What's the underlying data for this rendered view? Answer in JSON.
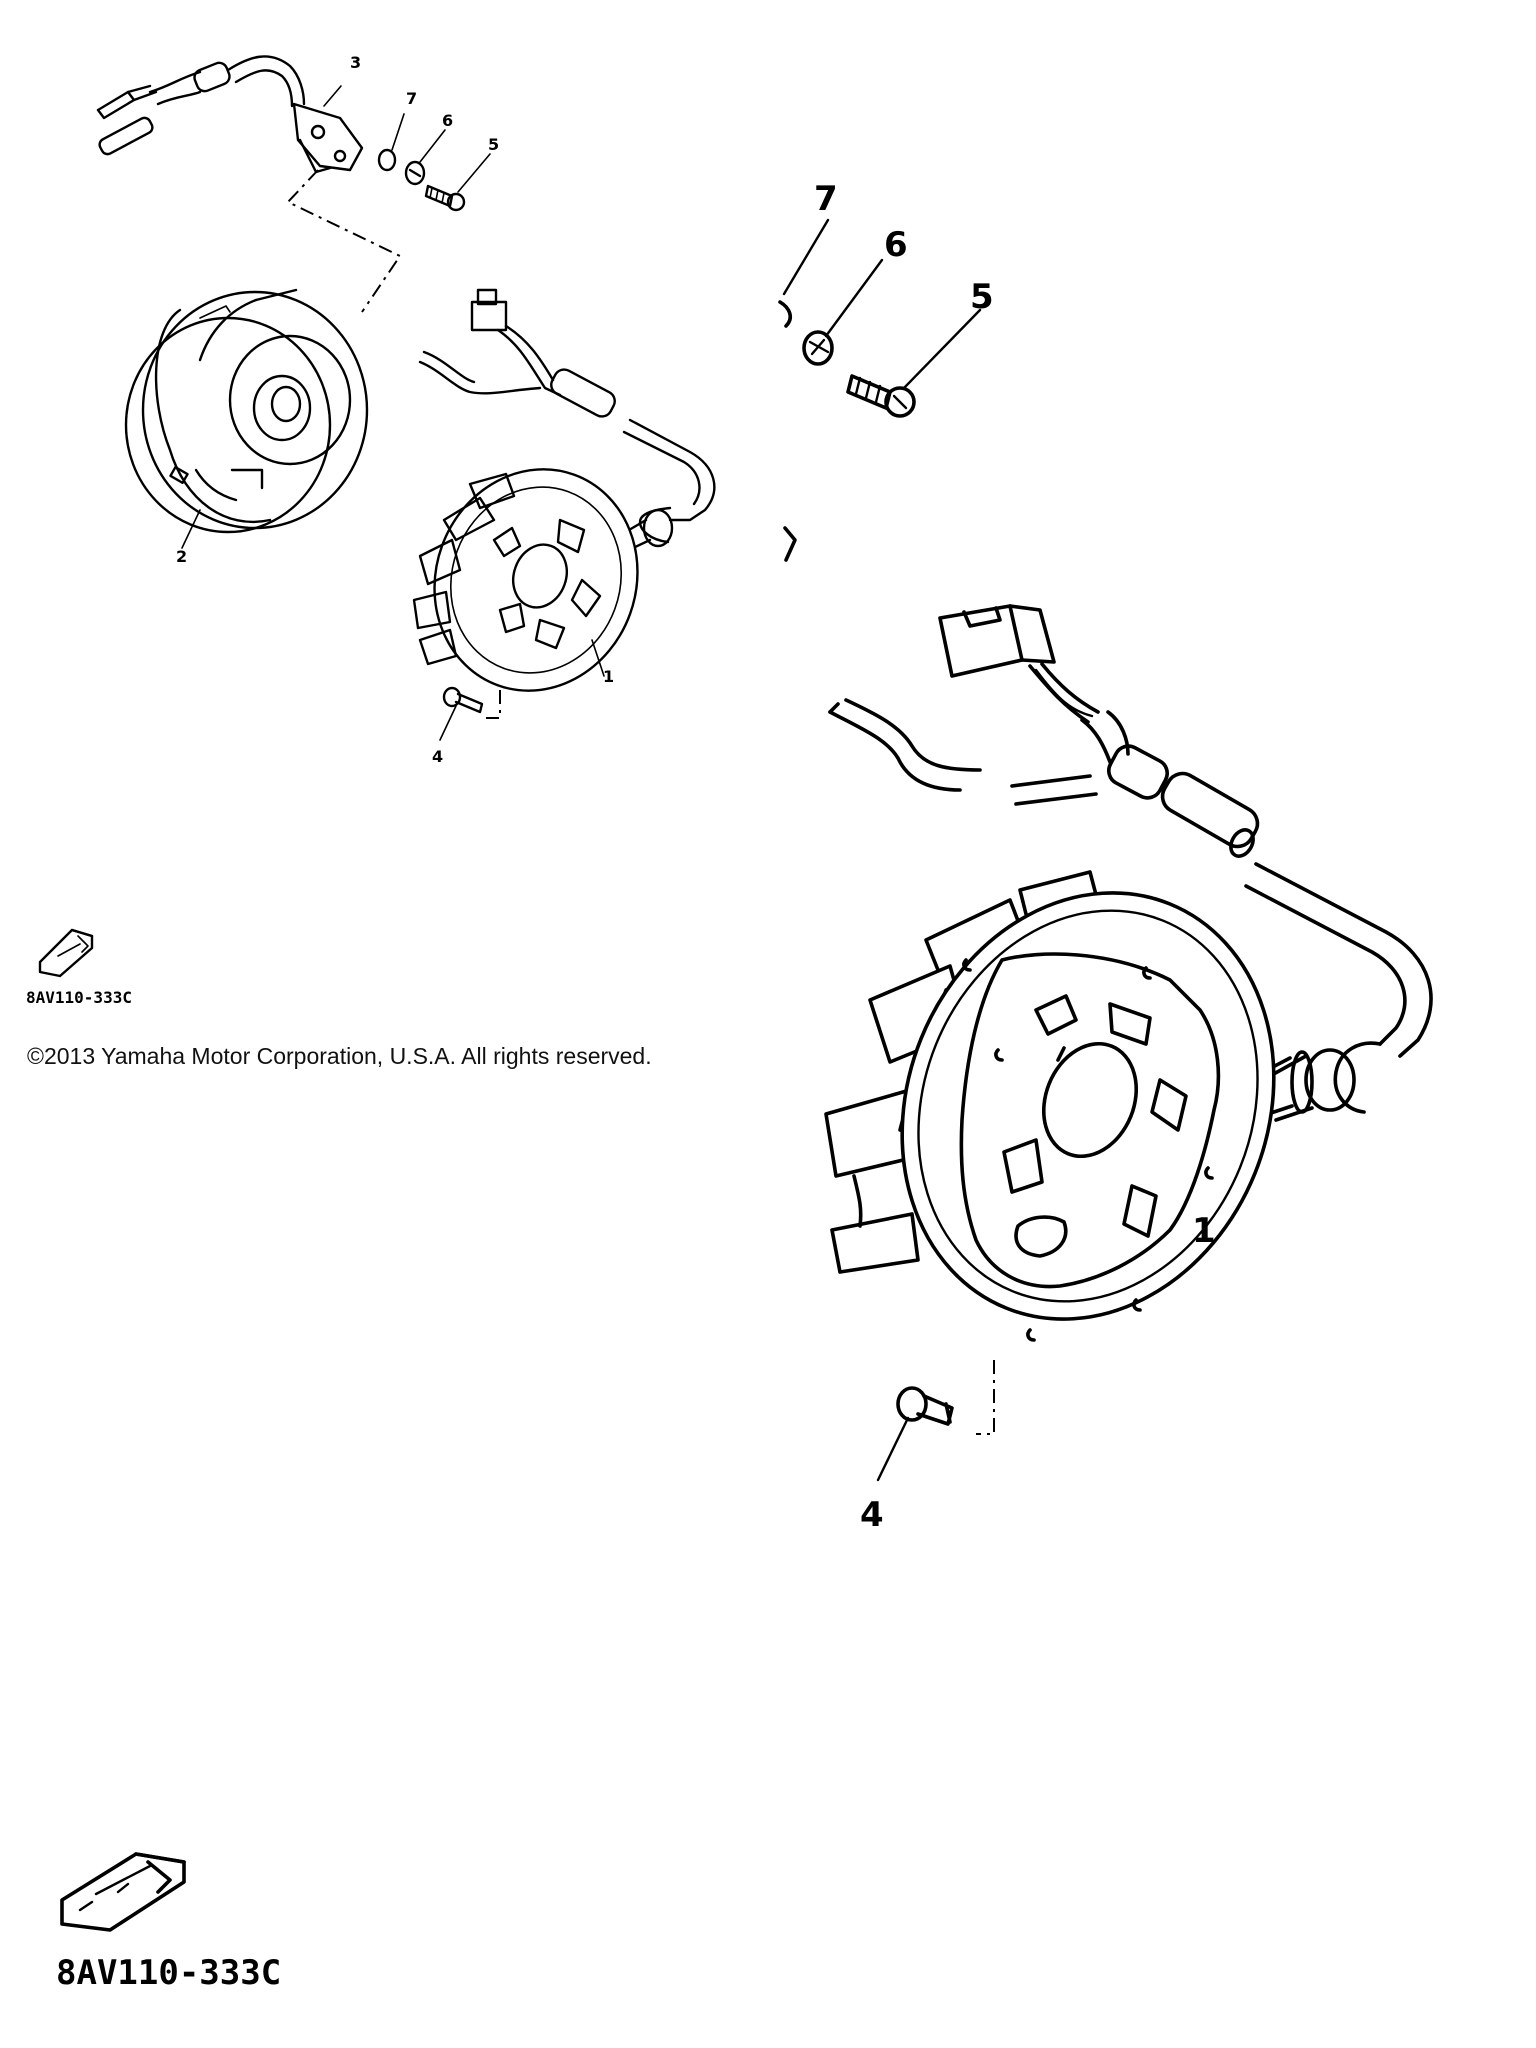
{
  "copyright": "©2013 Yamaha Motor Corporation, U.S.A. All rights reserved.",
  "part_code": "8AV110-333C",
  "callouts_small": {
    "c1": "1",
    "c2": "2",
    "c3": "3",
    "c4": "4",
    "c5": "5",
    "c6": "6",
    "c7": "7"
  },
  "callouts_large": {
    "c1": "1",
    "c4": "4",
    "c5": "5",
    "c6": "6",
    "c7": "7"
  },
  "icons": {
    "fwd_small": "fwd-arrow-icon",
    "fwd_large": "fwd-arrow-icon"
  }
}
